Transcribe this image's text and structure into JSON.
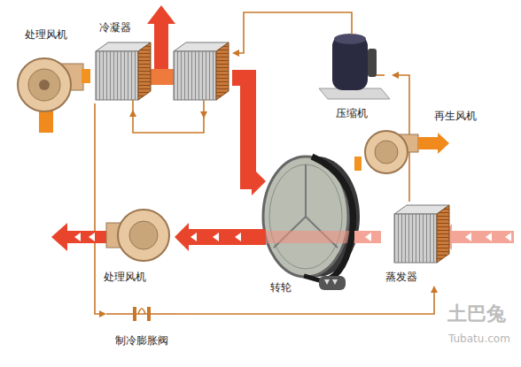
{
  "diagram": {
    "nodes": [
      {
        "text": [
          "处理风机"
        ]
      },
      {
        "text": [
          "冷凝器"
        ]
      },
      {
        "text": [
          "压缩机"
        ]
      },
      {
        "text": [
          "再生风机"
        ]
      },
      {
        "text": [
          "处理风机"
        ]
      },
      {
        "text": [
          "转轮"
        ]
      },
      {
        "text": [
          "蒸发器"
        ]
      },
      {
        "text": [
          "制冷膨胀阀"
        ]
      }
    ],
    "edges": [
      {
        "from": 2,
        "to": 1,
        "arrow": "to"
      },
      {
        "from": 1,
        "to": 7,
        "arrow": "to"
      },
      {
        "from": 7,
        "to": 6,
        "arrow": "to"
      },
      {
        "from": 6,
        "to": 2,
        "arrow": "to"
      },
      {
        "from": 0,
        "to": 1,
        "arrow": "none"
      },
      {
        "from": 1,
        "to": 5,
        "arrow": "to"
      },
      {
        "from": 5,
        "to": 3,
        "arrow": "none"
      },
      {
        "from": 6,
        "to": 5,
        "arrow": "none"
      },
      {
        "from": 5,
        "to": 4,
        "arrow": "to"
      }
    ],
    "labels": [
      "土巴兔",
      "Tubatu.com"
    ]
  }
}
